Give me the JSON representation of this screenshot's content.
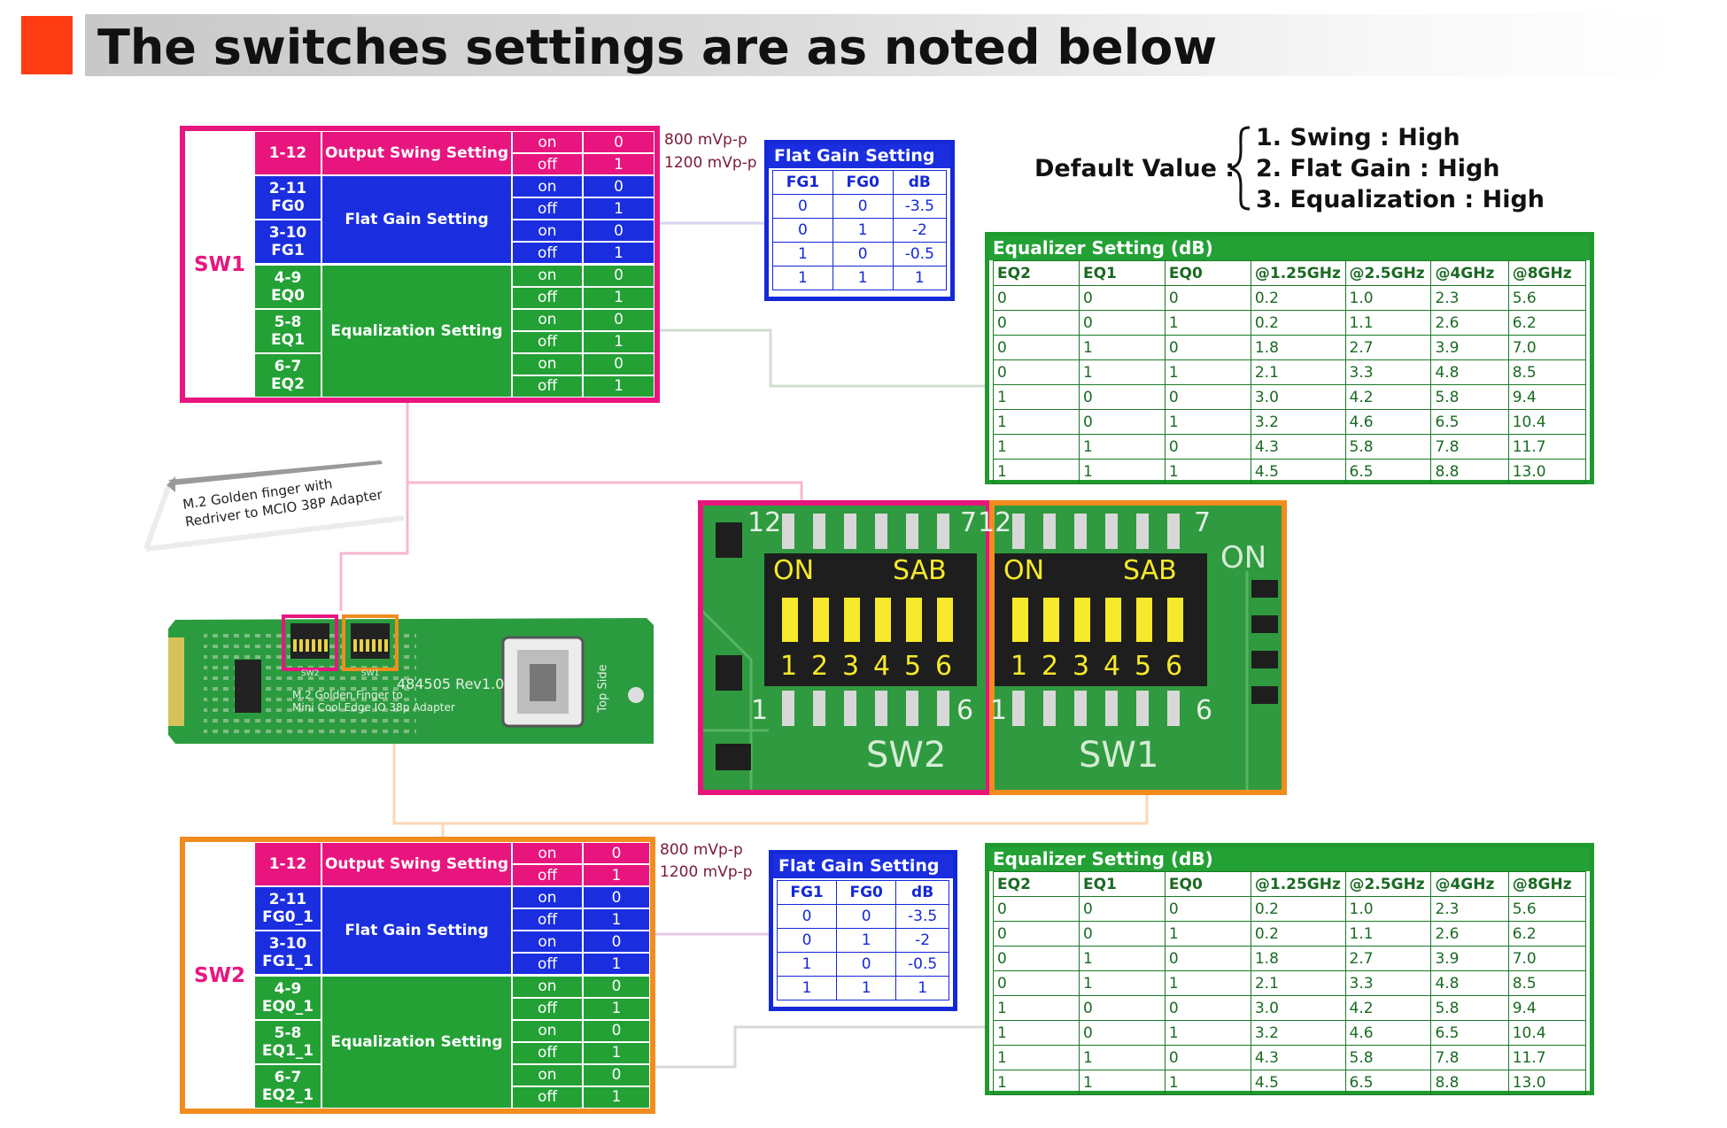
{
  "title": "The switches settings are as noted below",
  "default": {
    "label": "Default Value :",
    "items": [
      "1. Swing : High",
      "2. Flat Gain : High",
      "3. Equalization : High"
    ]
  },
  "adapter_note": "M.2 Golden finger with Redriver to MCIO 38P Adapter",
  "sw1": {
    "name": "SW1",
    "rows": [
      {
        "pin": "1-12",
        "on_val": "0",
        "off_val": "1"
      },
      {
        "pin": "2-11\nFG0",
        "on_val": "0",
        "off_val": "1"
      },
      {
        "pin": "3-10\nFG1",
        "on_val": "0",
        "off_val": "1"
      },
      {
        "pin": "4-9\nEQ0",
        "on_val": "0",
        "off_val": "1"
      },
      {
        "pin": "5-8\nEQ1",
        "on_val": "0",
        "off_val": "1"
      },
      {
        "pin": "6-7\nEQ2",
        "on_val": "0",
        "off_val": "1"
      }
    ]
  },
  "sw2": {
    "name": "SW2",
    "rows": [
      {
        "pin": "1-12",
        "on_val": "0",
        "off_val": "1"
      },
      {
        "pin": "2-11\nFG0_1",
        "on_val": "0",
        "off_val": "1"
      },
      {
        "pin": "3-10\nFG1_1",
        "on_val": "0",
        "off_val": "1"
      },
      {
        "pin": "4-9\nEQ0_1",
        "on_val": "0",
        "off_val": "1"
      },
      {
        "pin": "5-8\nEQ1_1",
        "on_val": "0",
        "off_val": "1"
      },
      {
        "pin": "6-7\nEQ2_1",
        "on_val": "0",
        "off_val": "1"
      }
    ]
  },
  "groups": {
    "swing": "Output Swing Setting",
    "flat": "Flat Gain Setting",
    "eq": "Equalization Setting"
  },
  "state": {
    "on": "on",
    "off": "off"
  },
  "swing_labels": {
    "low": "800 mVp-p",
    "high": "1200 mVp-p"
  },
  "flat_gain": {
    "title": "Flat Gain Setting",
    "headers": [
      "FG1",
      "FG0",
      "dB"
    ],
    "rows": [
      [
        "0",
        "0",
        "-3.5"
      ],
      [
        "0",
        "1",
        "-2"
      ],
      [
        "1",
        "0",
        "-0.5"
      ],
      [
        "1",
        "1",
        "1"
      ]
    ]
  },
  "equalizer": {
    "title": "Equalizer Setting (dB)",
    "headers": [
      "EQ2",
      "EQ1",
      "EQ0",
      "@1.25GHz",
      "@2.5GHz",
      "@4GHz",
      "@8GHz"
    ],
    "rows": [
      [
        "0",
        "0",
        "0",
        "0.2",
        "1.0",
        "2.3",
        "5.6"
      ],
      [
        "0",
        "0",
        "1",
        "0.2",
        "1.1",
        "2.6",
        "6.2"
      ],
      [
        "0",
        "1",
        "0",
        "1.8",
        "2.7",
        "3.9",
        "7.0"
      ],
      [
        "0",
        "1",
        "1",
        "2.1",
        "3.3",
        "4.8",
        "8.5"
      ],
      [
        "1",
        "0",
        "0",
        "3.0",
        "4.2",
        "5.8",
        "9.4"
      ],
      [
        "1",
        "0",
        "1",
        "3.2",
        "4.6",
        "6.5",
        "10.4"
      ],
      [
        "1",
        "1",
        "0",
        "4.3",
        "5.8",
        "7.8",
        "11.7"
      ],
      [
        "1",
        "1",
        "1",
        "4.5",
        "6.5",
        "8.8",
        "13.0"
      ]
    ]
  },
  "photo": {
    "dip_on": "ON",
    "dip_brand": "SAB",
    "dip_numbers": [
      "1",
      "2",
      "3",
      "4",
      "5",
      "6"
    ],
    "num12": "12",
    "num7": "7",
    "num1": "1",
    "num6": "6",
    "sw2_label": "SW2",
    "sw1_label": "SW1",
    "side_on": "ON"
  },
  "pcb": {
    "silk1": "M.2 Golden Finger to",
    "silk2": "Mini Cool Edge IO 38p Adapter",
    "rev": "484505 Rev1.0",
    "top_side": "Top Side",
    "sw2": "SW2",
    "sw1": "SW1"
  },
  "colors": {
    "magenta": "#e8157f",
    "blue": "#1a2ee0",
    "green": "#23a135",
    "orange": "#f28c1e",
    "title_accent": "#ff3c14"
  }
}
